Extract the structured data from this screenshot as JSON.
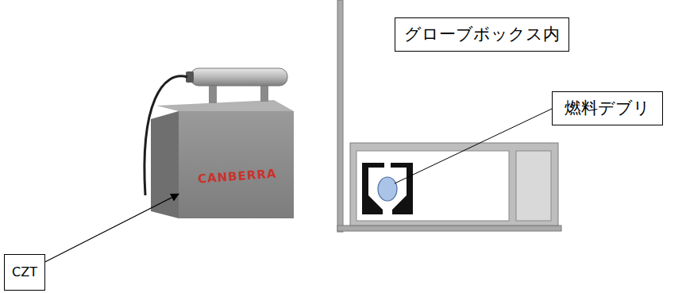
{
  "diagram": {
    "nodes": [
      {
        "text": [
          "グローブボックス内"
        ]
      },
      {
        "text": [
          "燃料デブリ"
        ]
      },
      {
        "text": [
          "CANBERRA"
        ]
      },
      {
        "text": [
          "CZT"
        ]
      }
    ],
    "edges": [
      {
        "from": 3,
        "to": 2,
        "arrow": "to"
      }
    ]
  }
}
